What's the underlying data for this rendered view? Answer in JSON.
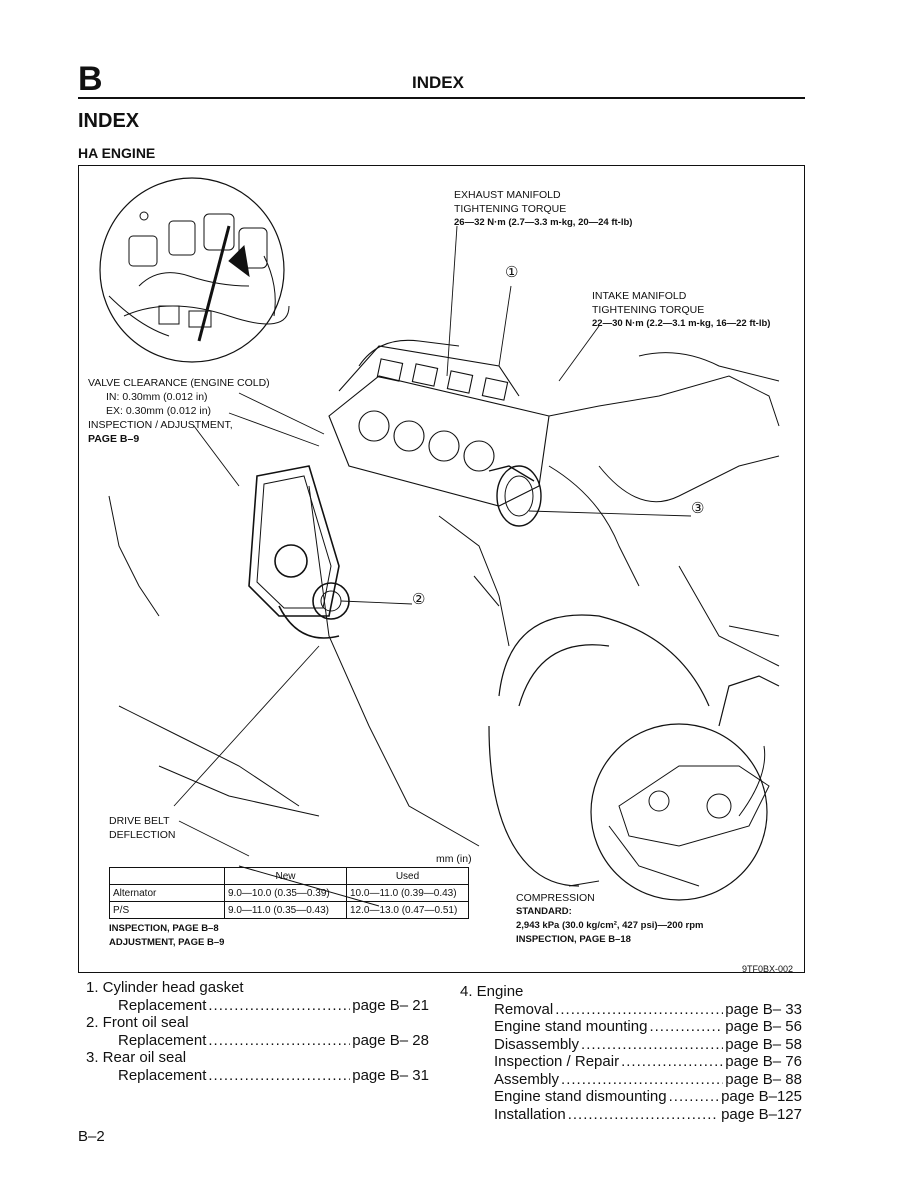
{
  "header": {
    "section_letter": "B",
    "title": "INDEX"
  },
  "page_title": "INDEX",
  "subtitle": "HA ENGINE",
  "figure": {
    "callouts": {
      "exhaust": {
        "line1": "EXHAUST MANIFOLD",
        "line2": "TIGHTENING TORQUE",
        "line3": "26—32 N·m (2.7—3.3 m-kg, 20—24 ft-lb)"
      },
      "intake": {
        "line1": "INTAKE MANIFOLD",
        "line2": "TIGHTENING TORQUE",
        "line3": "22—30 N·m (2.2—3.1 m-kg, 16—22 ft-lb)"
      },
      "valve": {
        "line1": "VALVE CLEARANCE (ENGINE COLD)",
        "line2": "IN: 0.30mm (0.012 in)",
        "line3": "EX: 0.30mm (0.012 in)",
        "line4": "INSPECTION / ADJUSTMENT,",
        "line5": "PAGE B–9"
      },
      "drive_belt": {
        "line1": "DRIVE BELT",
        "line2": "DEFLECTION"
      },
      "compression": {
        "line1": "COMPRESSION",
        "line2": "STANDARD:",
        "line3": "2,943 kPa (30.0 kg/cm², 427 psi)—200 rpm",
        "line4": "INSPECTION, PAGE B–18"
      },
      "marker_1": "①",
      "marker_2": "②",
      "marker_3": "③"
    },
    "belt_table": {
      "unit": "mm (in)",
      "headers": [
        "",
        "New",
        "Used"
      ],
      "rows": [
        [
          "Alternator",
          "9.0—10.0 (0.35—0.39)",
          "10.0—11.0 (0.39—0.43)"
        ],
        [
          "P/S",
          "9.0—11.0 (0.35—0.43)",
          "12.0—13.0 (0.47—0.51)"
        ]
      ],
      "note1": "INSPECTION, PAGE B–8",
      "note2": "ADJUSTMENT, PAGE B–9"
    },
    "code": "9TF0BX-002"
  },
  "toc_left": [
    {
      "title": "1. Cylinder head gasket"
    },
    {
      "label": "Replacement",
      "page": "page B–  21"
    },
    {
      "title": "2. Front oil seal"
    },
    {
      "label": "Replacement",
      "page": "page B–  28"
    },
    {
      "title": "3. Rear oil seal"
    },
    {
      "label": "Replacement",
      "page": "page B–  31"
    }
  ],
  "toc_right": [
    {
      "title": "4. Engine"
    },
    {
      "label": "Removal",
      "page": "page B–  33"
    },
    {
      "label": "Engine stand mounting",
      "page": "page B–  56"
    },
    {
      "label": "Disassembly",
      "page": "page B–  58"
    },
    {
      "label": "Inspection / Repair",
      "page": "page B–  76"
    },
    {
      "label": "Assembly",
      "page": "page B–  88"
    },
    {
      "label": "Engine stand dismounting",
      "page": "page B–125"
    },
    {
      "label": "Installation",
      "page": "page B–127"
    }
  ],
  "page_number": "B–2"
}
